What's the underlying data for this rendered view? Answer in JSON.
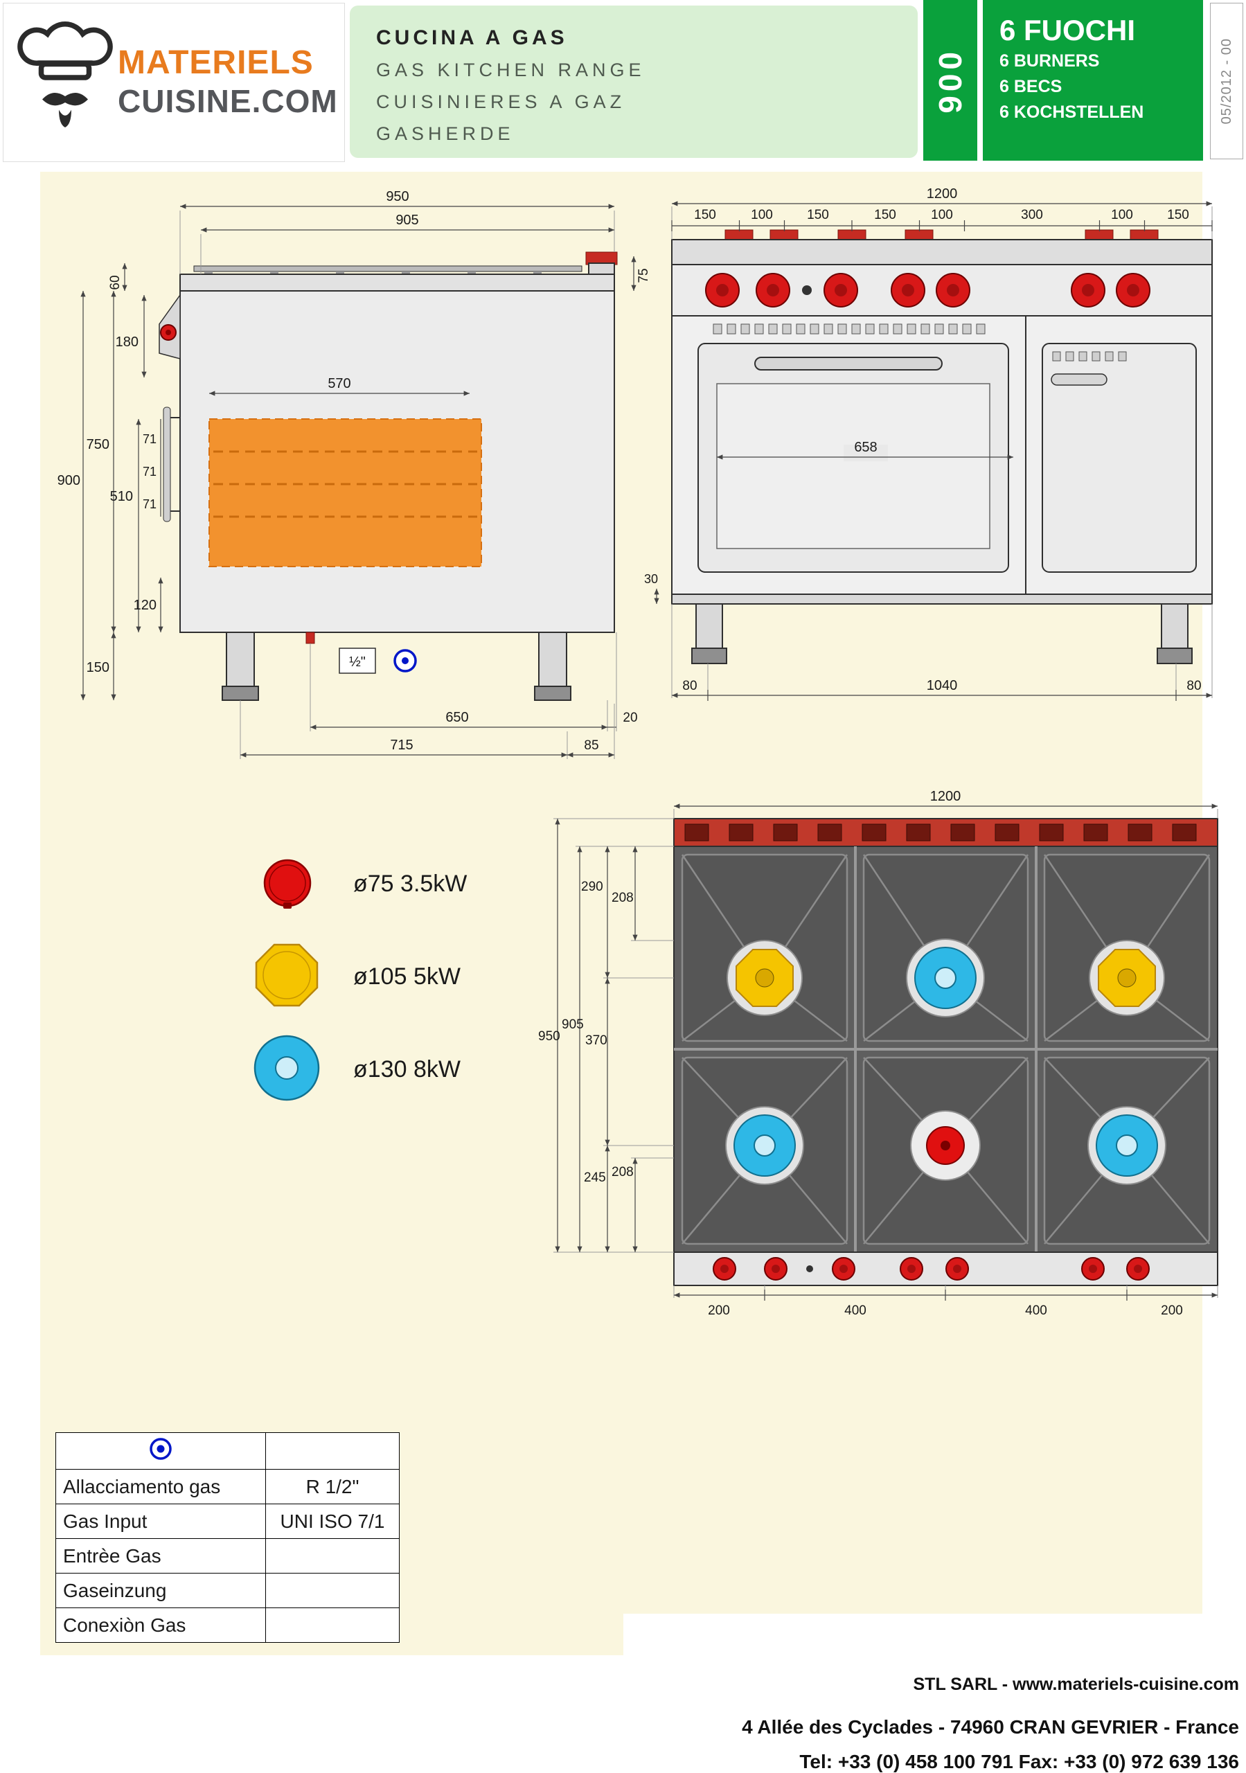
{
  "header": {
    "logo": {
      "word1": "MATERIELS",
      "word2": "CUISINE.COM"
    },
    "product": {
      "titles": [
        "CUCINA A GAS",
        "GAS KITCHEN RANGE",
        "CUISINIERES A GAZ",
        "GASHERDE"
      ]
    },
    "series": "900",
    "burners": {
      "title": "6 FUOCHI",
      "subs": [
        "6 BURNERS",
        "6 BECS",
        "6 KOCHSTELLEN"
      ]
    },
    "revision": "05/2012 - 00"
  },
  "side_view": {
    "dims": {
      "depth_total": "950",
      "depth_top": "905",
      "grate_height": "60",
      "splash": "75",
      "panel": "180",
      "oven_depth": "570",
      "body_height": "750",
      "total_height": "900",
      "cavity": "510",
      "shelf1": "71",
      "shelf2": "71",
      "shelf3": "71",
      "plinth": "120",
      "legs": "150",
      "gas_thread": "½\"",
      "gas_x": "650",
      "gas_back": "20",
      "legs_span": "715",
      "leg_back": "85"
    }
  },
  "front_view": {
    "dims": {
      "total": "1200",
      "segments": [
        "150",
        "100",
        "150",
        "150",
        "100",
        "300",
        "100",
        "150"
      ],
      "oven_width": "658",
      "plinth": "30",
      "bottom": [
        "80",
        "1040",
        "80"
      ]
    }
  },
  "top_view": {
    "dims": {
      "total": "1200",
      "depth_total": "950",
      "depth_top": "905",
      "row1": "290",
      "row1_edge": "208",
      "row_gap": "370",
      "row2_bottom": "245",
      "row2_edge": "208",
      "bottom": [
        "200",
        "400",
        "400",
        "200"
      ]
    }
  },
  "legend": {
    "items": [
      {
        "name": "burner-75",
        "label": "ø75  3.5kW",
        "color": "#e01010"
      },
      {
        "name": "burner-105",
        "label": "ø105  5kW",
        "color": "#f5c400"
      },
      {
        "name": "burner-130",
        "label": "ø130  8kW",
        "color": "#2eb8e6"
      }
    ]
  },
  "gas_table": {
    "rows": [
      [
        "Allacciamento gas",
        "R 1/2\""
      ],
      [
        "Gas Input",
        "UNI ISO 7/1"
      ],
      [
        "Entrèe Gas",
        ""
      ],
      [
        "Gaseinzung",
        ""
      ],
      [
        "Conexiòn Gas",
        ""
      ]
    ]
  },
  "footer": {
    "line1": "STL SARL - www.materiels-cuisine.com",
    "line2": "4 Allée des Cyclades - 74960 CRAN GEVRIER - France",
    "line3": "Tel: +33 (0) 458 100 791 Fax: +33 (0) 972 639 136"
  },
  "colors": {
    "brand_green": "#0aa13c",
    "title_box_green": "#d9f0d4",
    "canvas_cream": "#faf6de",
    "oven_orange": "#f2922e",
    "knob_red": "#d81818",
    "gas_blue": "#0016c8"
  }
}
